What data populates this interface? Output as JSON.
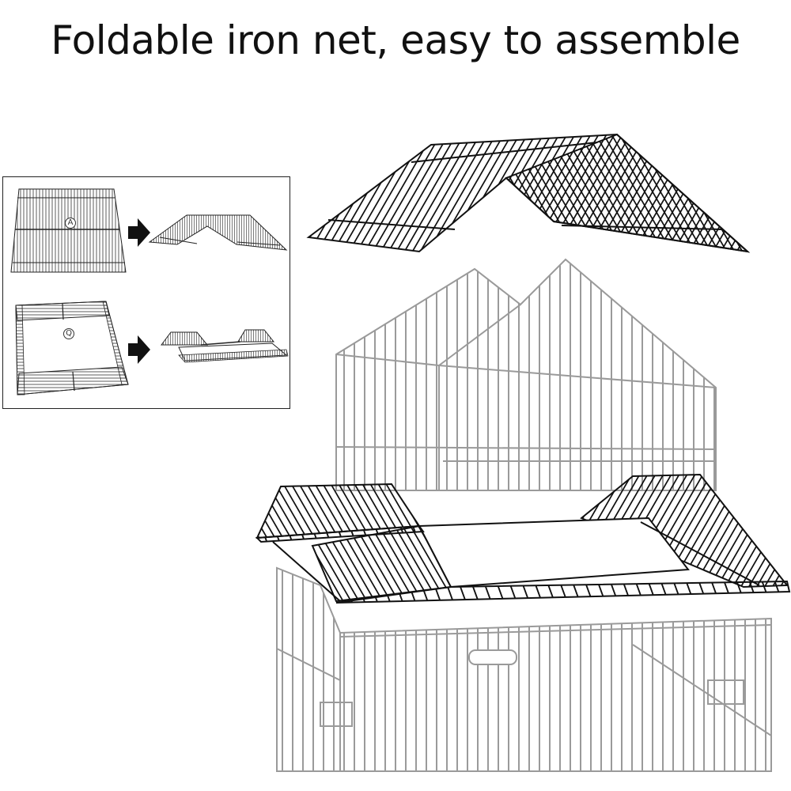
{
  "title": "Foldable iron net, easy to assemble",
  "inset": {
    "steps": [
      {
        "label": "A",
        "from": "flat-roof-panel",
        "to": "folded-roof-panel",
        "arrow": "right-arrow"
      },
      {
        "label": "Q",
        "from": "flat-base-frame",
        "to": "folded-base-frame",
        "arrow": "right-arrow"
      }
    ]
  },
  "illustration": {
    "parts": [
      "roof-panel",
      "upper-cage",
      "folding-base-frame",
      "lower-cage"
    ],
    "colors": {
      "highlight": "#111111",
      "ghost": "#9a9a9a"
    }
  }
}
